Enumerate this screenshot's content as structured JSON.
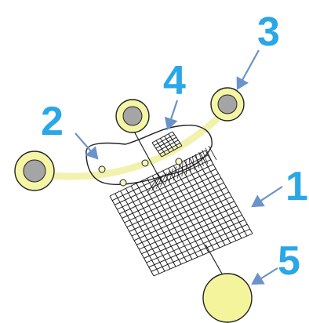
{
  "colors": {
    "label_blue": "#2aa7e6",
    "arrow_blue": "#6b93c9",
    "pad_yellow": "#f5f5a6",
    "pad_gray": "#a5a5a5",
    "outline": "#222222",
    "mesh": "#111111",
    "ball_yellow": "#f4f49c"
  },
  "labels": [
    {
      "id": "label-1",
      "text": "1"
    },
    {
      "id": "label-2",
      "text": "2"
    },
    {
      "id": "label-3",
      "text": "3"
    },
    {
      "id": "label-4",
      "text": "4"
    },
    {
      "id": "label-5",
      "text": "5"
    }
  ]
}
